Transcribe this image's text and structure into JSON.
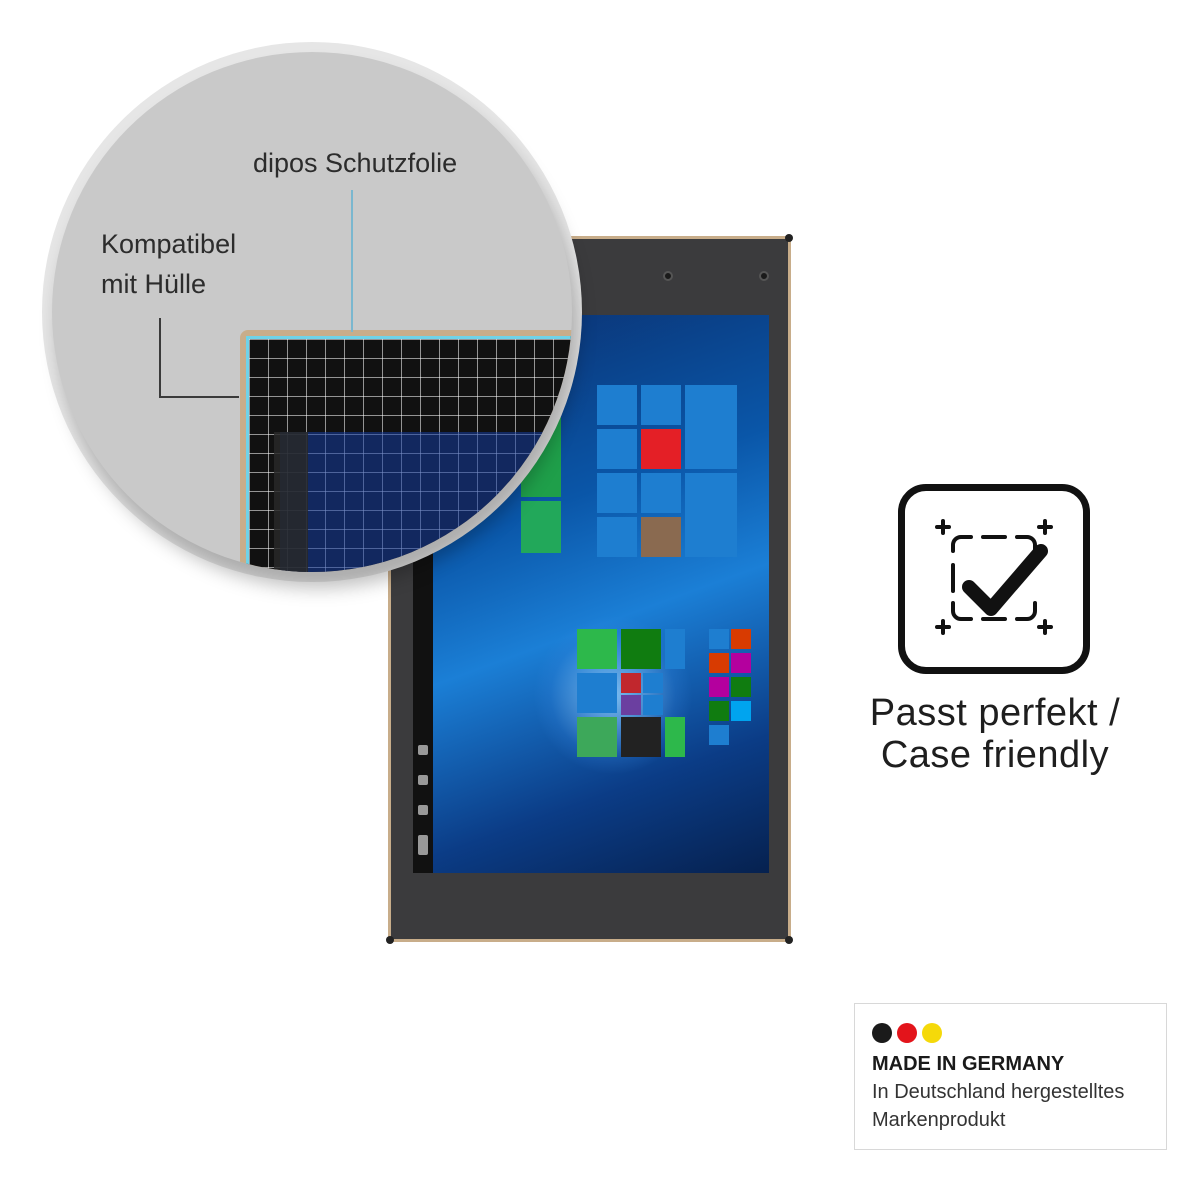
{
  "callouts": {
    "protector_label": "dipos Schutzfolie",
    "case_label_line1": "Kompatibel",
    "case_label_line2": "mit Hülle"
  },
  "feature": {
    "icon": "check-icon",
    "caption_line1": "Passt perfekt /",
    "caption_line2": "Case friendly"
  },
  "badge": {
    "flag_colors": [
      "#1a1a1a",
      "#e3141b",
      "#f5d90a"
    ],
    "title": "MADE IN GERMANY",
    "line1": "In Deutschland hergestelltes",
    "line2": "Markenprodukt"
  },
  "colors": {
    "tablet_frame": "#c8ad8a",
    "protector_edge": "#6fd3e8"
  }
}
